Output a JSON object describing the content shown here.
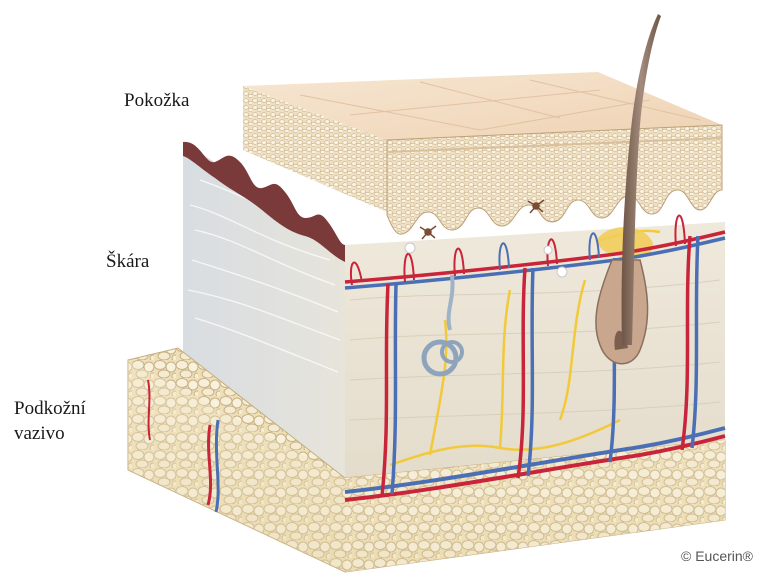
{
  "labels": {
    "epidermis": "Pokožka",
    "dermis": "Škára",
    "subcutis_line1": "Podkožní",
    "subcutis_line2": "vazivo"
  },
  "copyright": "© Eucerin®",
  "colors": {
    "epidermis_top": "#f2d9bf",
    "dermis": "#ece6d8",
    "fat": "#efe3be",
    "artery": "#c8243a",
    "vein": "#4b6fb5",
    "nerve": "#f2c93a",
    "hair": "#8a6f5e"
  }
}
